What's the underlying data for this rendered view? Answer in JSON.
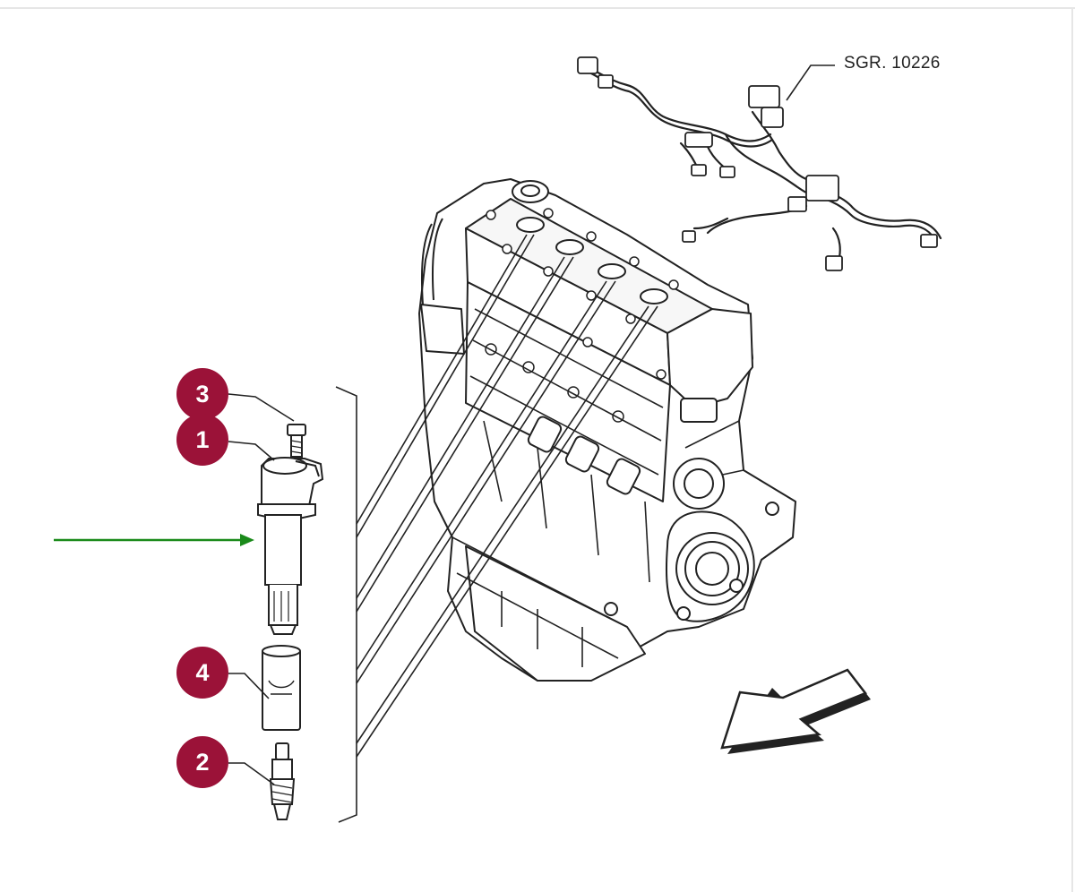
{
  "reference_code": "SGR. 10226",
  "callouts": [
    {
      "number": "3",
      "part": "injector-fixing-screw"
    },
    {
      "number": "1",
      "part": "injector"
    },
    {
      "number": "4",
      "part": "injector-sleeve"
    },
    {
      "number": "2",
      "part": "glow-plug"
    }
  ],
  "colors": {
    "badge": "#9b1238",
    "badge_text": "#ffffff",
    "arrow_indicator": "#1a8a1a",
    "line_art": "#222222"
  }
}
